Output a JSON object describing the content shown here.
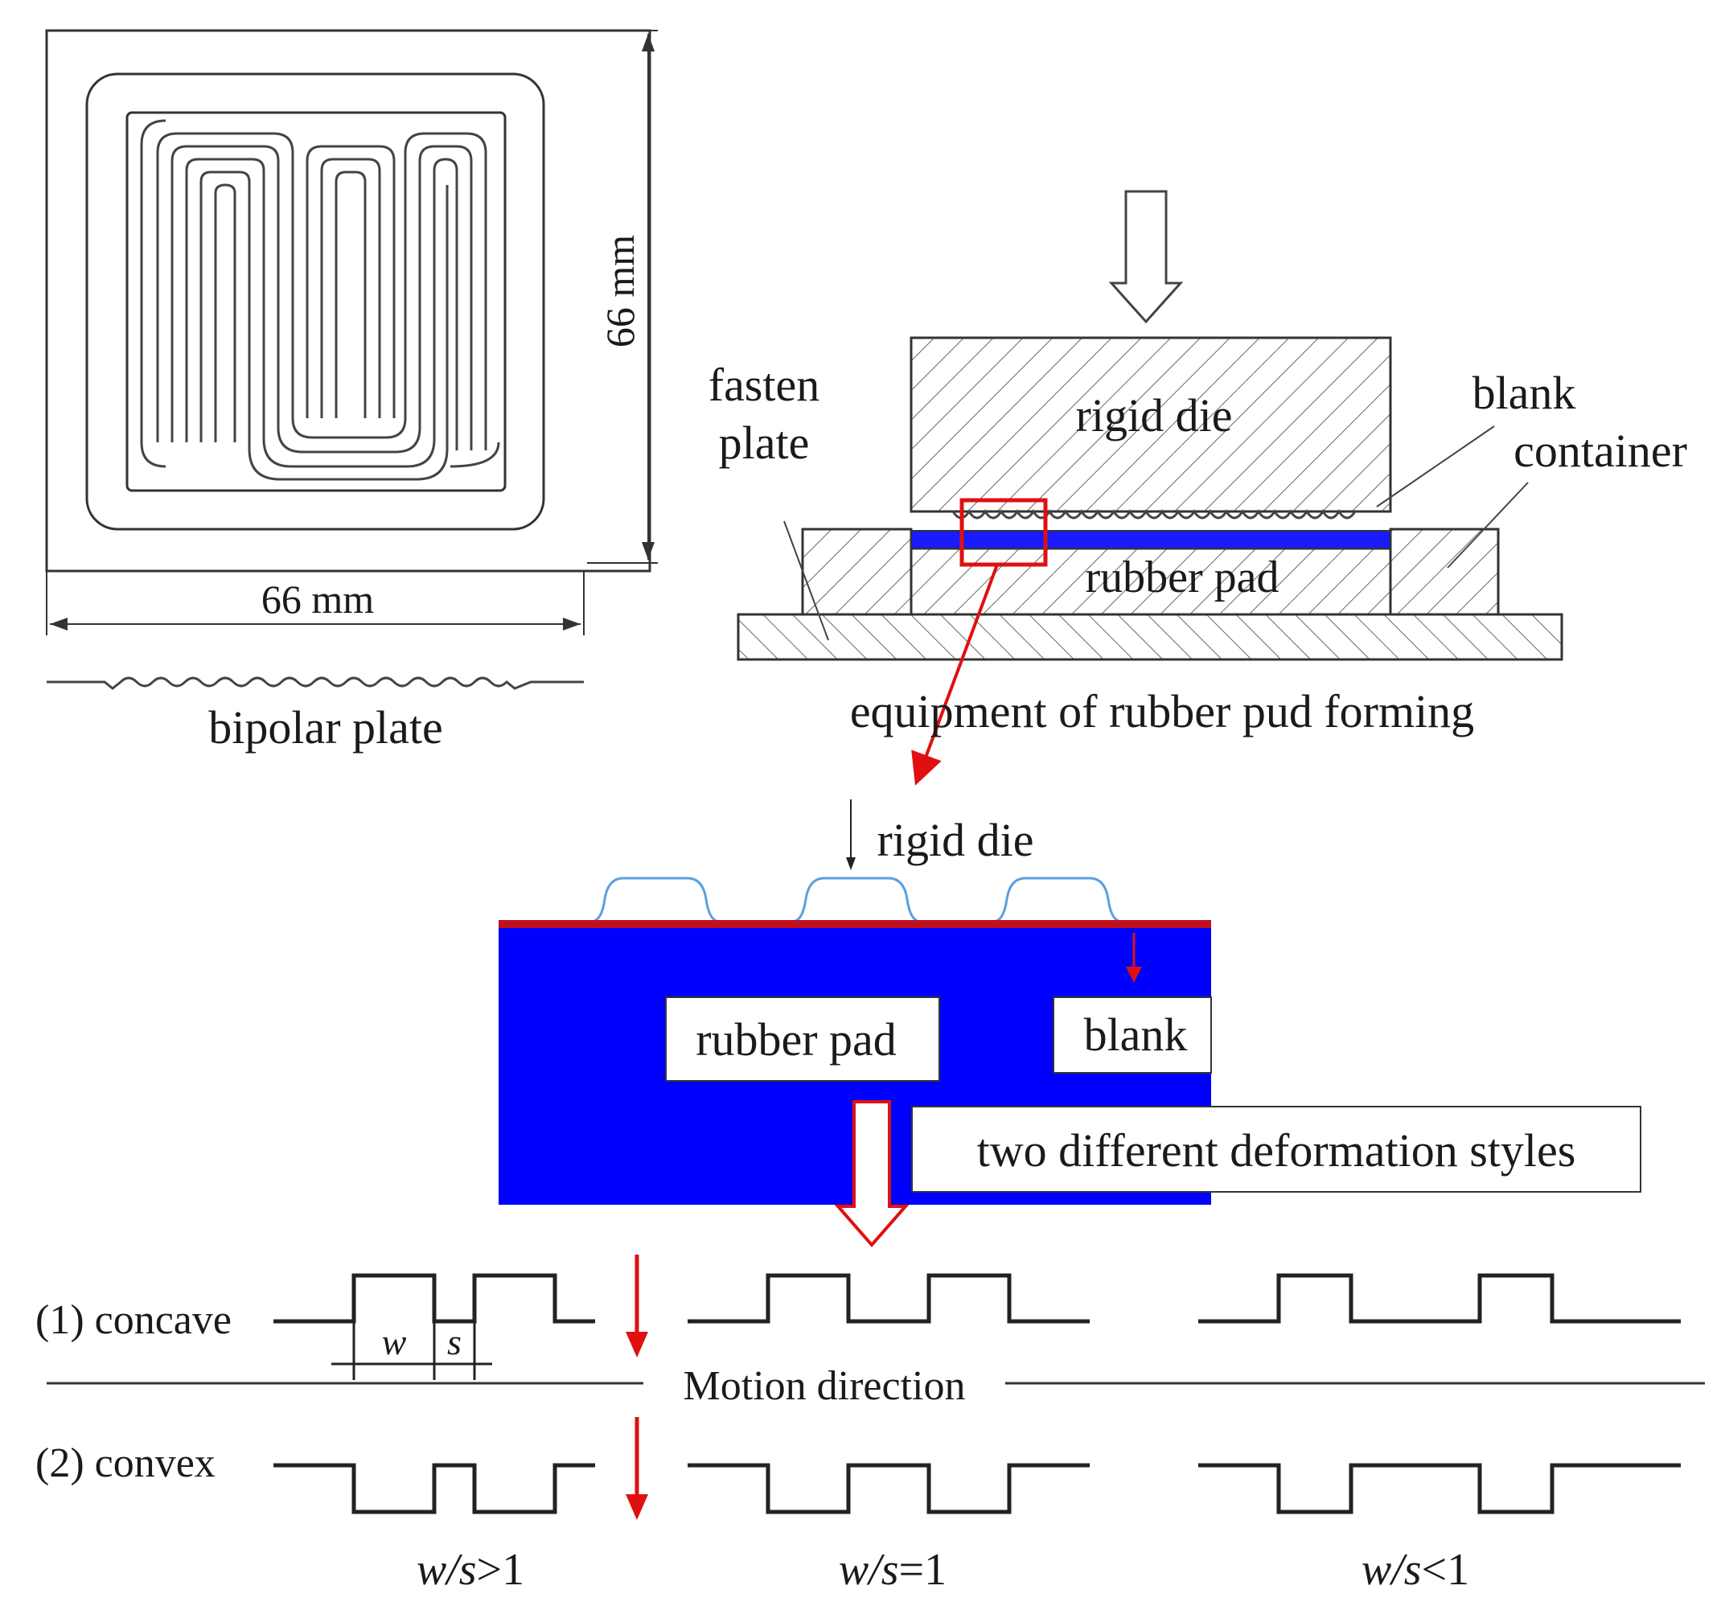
{
  "bipolar_plate": {
    "width_dim": "66 mm",
    "height_dim": "66 mm",
    "caption": "bipolar plate"
  },
  "equipment": {
    "caption": "equipment of rubber pud forming",
    "rigid_die": "rigid die",
    "fasten_plate_line1": "fasten",
    "fasten_plate_line2": "plate",
    "blank_container_line1": "blank",
    "blank_container_line2": "container",
    "rubber_pad": "rubber pad"
  },
  "detail": {
    "rigid_die": "rigid die",
    "rubber_pad": "rubber pad",
    "blank": "blank",
    "deformation": "two different deformation styles"
  },
  "styles": {
    "concave": "(1) concave",
    "convex": "(2) convex",
    "motion": "Motion direction",
    "w": "w",
    "s": "s",
    "ratios": [
      {
        "a": "w/s",
        "b": ">1"
      },
      {
        "a": "w/s",
        "b": "=1"
      },
      {
        "a": "w/s",
        "b": "<1"
      }
    ]
  },
  "colors": {
    "rubber_blue": "#0000ff",
    "red": "#e01010",
    "light_blue": "#5aa0e0",
    "line": "#333333"
  }
}
